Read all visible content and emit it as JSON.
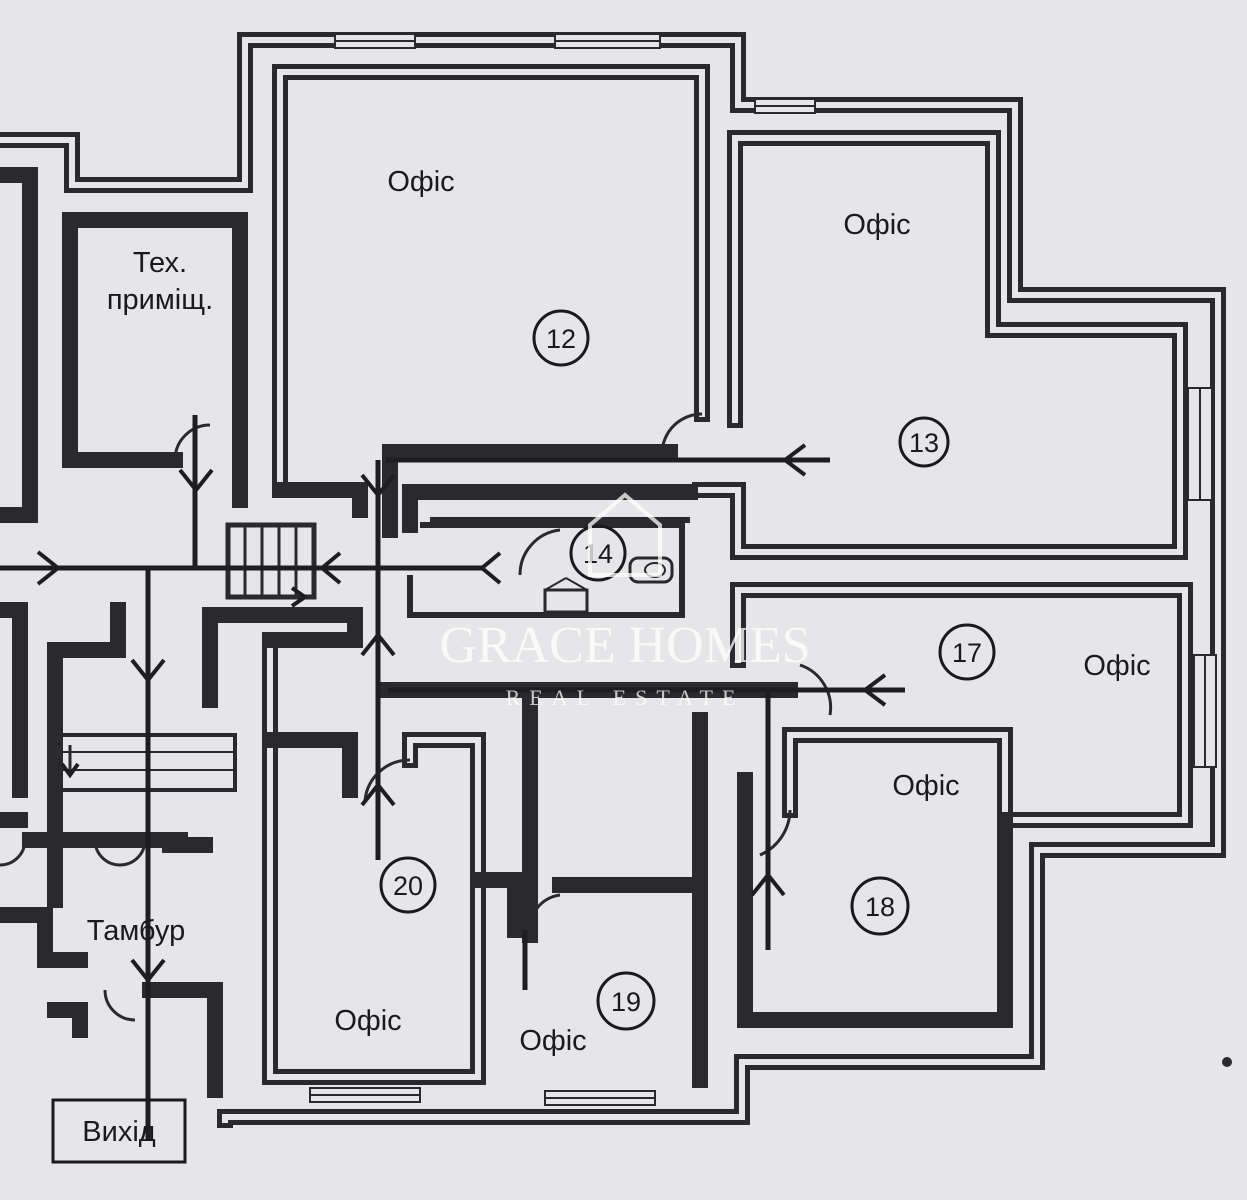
{
  "rooms": {
    "r12": {
      "name": "Офіс",
      "number": "12"
    },
    "r13": {
      "name": "Офіс",
      "number": "13"
    },
    "r14": {
      "number": "14"
    },
    "r17": {
      "name": "Офіс",
      "number": "17"
    },
    "r18": {
      "name": "Офіс",
      "number": "18"
    },
    "r19": {
      "name": "Офіс",
      "number": "19"
    },
    "r20": {
      "name": "Офіс",
      "number": "20"
    },
    "tech": {
      "line1": "Тех.",
      "line2": "приміщ."
    },
    "vestibule": {
      "name": "Тамбур"
    },
    "exit": {
      "name": "Вихід"
    }
  },
  "watermark": {
    "brand": "GRACE HOMES",
    "tagline": "REAL ESTATE"
  },
  "colors": {
    "wall": "#2a2a2e",
    "paper": "#e6e6e8",
    "watermark": "#ffffff"
  }
}
